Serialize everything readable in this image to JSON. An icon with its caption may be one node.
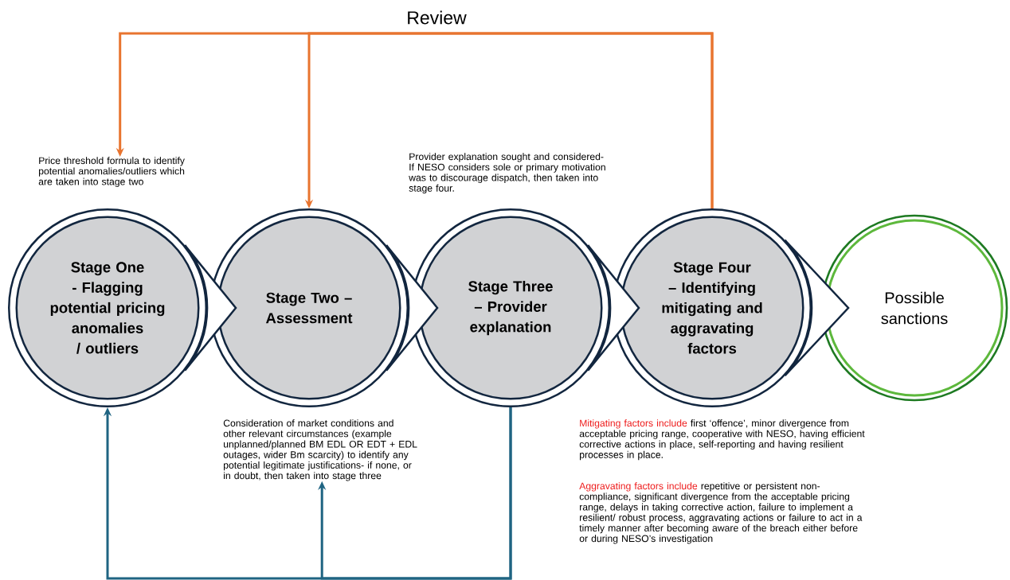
{
  "diagram": {
    "nodes": [
      {
        "text": [
          "Price threshold formula to identify potential anomalies/outliers which are taken into stage two"
        ]
      },
      {
        "text": [
          "Stage One - Flagging potential pricing anomalies / outliers"
        ]
      },
      {
        "text": [
          "Stage Two – Assessment"
        ]
      },
      {
        "text": [
          "Stage Three – Provider explanation"
        ],
        "beside": [
          "Provider explanation sought and considered- If NESO considers sole or primary motivation was to discourage dispatch, then taken into stage four."
        ]
      },
      {
        "text": [
          "Stage Four – Identifying mitigating and aggravating factors"
        ],
        "beside": [
          "Mitigating factors include",
          "first ‘offence’, minor divergence from acceptable pricing range, cooperative with NESO, having efficient corrective actions in place, self-reporting and having resilient processes in place.",
          "Aggravating factors include",
          "repetitive or persistent non-compliance, significant divergence from the acceptable pricing range, delays in taking corrective action, failure to implement a resilient/ robust process, aggravating actions or failure to act in a timely manner after becoming aware of the breach either before or during NESO’s investigation"
        ]
      },
      {
        "text": [
          "Possible sanctions"
        ]
      },
      {
        "text": [
          "Consideration of market conditions and other relevant circumstances (example unplanned/planned BM EDL OR EDT + EDL outages, wider Bm scarcity) to identify any potential legitimate justifications- if none, or in doubt, then taken into stage three"
        ]
      }
    ],
    "edges": [
      {
        "from": 1,
        "to": 2,
        "arrow": "to"
      },
      {
        "from": 2,
        "to": 3,
        "arrow": "to"
      },
      {
        "from": 3,
        "to": 4,
        "arrow": "to"
      },
      {
        "from": 4,
        "to": 5,
        "arrow": "to"
      },
      {
        "from": 4,
        "to": 0,
        "arrow": "to",
        "color": "#e8742f"
      },
      {
        "from": 4,
        "to": 2,
        "arrow": "to",
        "color": "#e8742f"
      },
      {
        "from": 3,
        "to": 1,
        "arrow": "to",
        "color": "#1f6482"
      },
      {
        "from": 3,
        "to": 6,
        "arrow": "to",
        "color": "#1f6482"
      }
    ],
    "labels": [
      "Review"
    ]
  }
}
